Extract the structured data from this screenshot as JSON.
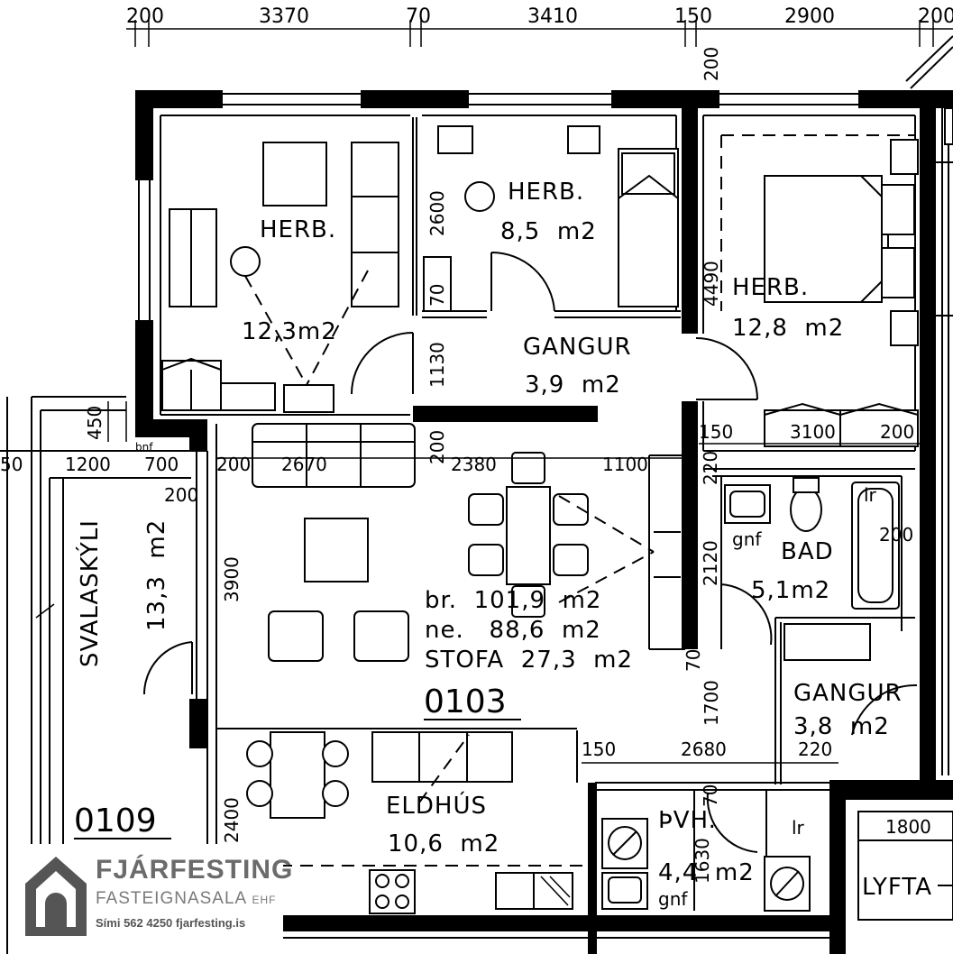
{
  "top_dimensions": [
    "200",
    "3370",
    "70",
    "3410",
    "150",
    "2900",
    "200"
  ],
  "rooms": {
    "herb1": {
      "name": "HERB.",
      "area": "12,3m2"
    },
    "herb2": {
      "name": "HERB.",
      "area": "8,5  m2"
    },
    "herb3": {
      "name": "HERB.",
      "area": "12,8  m2"
    },
    "gangur1": {
      "name": "GANGUR",
      "area": "3,9  m2"
    },
    "bad": {
      "name": "BAD",
      "area": "5,1m2"
    },
    "gangur2": {
      "name": "GANGUR",
      "area": "3,8  m2"
    },
    "svalaskyli": {
      "name": "SVALASKÝLI",
      "area": "13,3  m2"
    },
    "eldhus": {
      "name": "ELDHÚS",
      "area": "10,6  m2"
    },
    "thvh": {
      "name": "ÞVH.",
      "area": "4,4  m2"
    },
    "lyfta": {
      "name": "LYFTA"
    }
  },
  "summary": {
    "br": "br.  101,9  m2",
    "ne": "ne.   88,6  m2",
    "stofa": "STOFA  27,3  m2"
  },
  "unit_number": "0103",
  "neighbor_unit": "0109",
  "dimensions": {
    "d2600": "2600",
    "d70a": "70",
    "d1130": "1130",
    "d4490": "4490",
    "d150a": "150",
    "d3100": "3100",
    "d200a": "200",
    "d450": "450",
    "d1200": "1200",
    "d700": "700",
    "d200b": "200",
    "d2670": "2670",
    "d200c": "200",
    "d2380": "2380",
    "d1100": "1100",
    "d200d": "200",
    "d220a": "220",
    "d2120": "2120",
    "d200e": "200",
    "d3900": "3900",
    "d70b": "70",
    "d1700": "1700",
    "d150b": "150",
    "d2680": "2680",
    "d220b": "220",
    "d70c": "70",
    "d1630": "1630",
    "d2400": "2400",
    "d1800": "1800",
    "d50": "50",
    "d200top": "200"
  },
  "fixtures": {
    "gnf1": "gnf",
    "gnf2": "gnf",
    "lr1": "lr",
    "lr2": "lr",
    "bnf": "bnf"
  },
  "logo": {
    "name": "FJÁRFESTING",
    "subtitle": "FASTEIGNASALA",
    "suffix": "EHF",
    "contact": "Sími 562 4250  fjarfesting.is"
  },
  "colors": {
    "ink": "#000000",
    "paper": "#ffffff",
    "logo_gray": "#6b6b6b"
  }
}
